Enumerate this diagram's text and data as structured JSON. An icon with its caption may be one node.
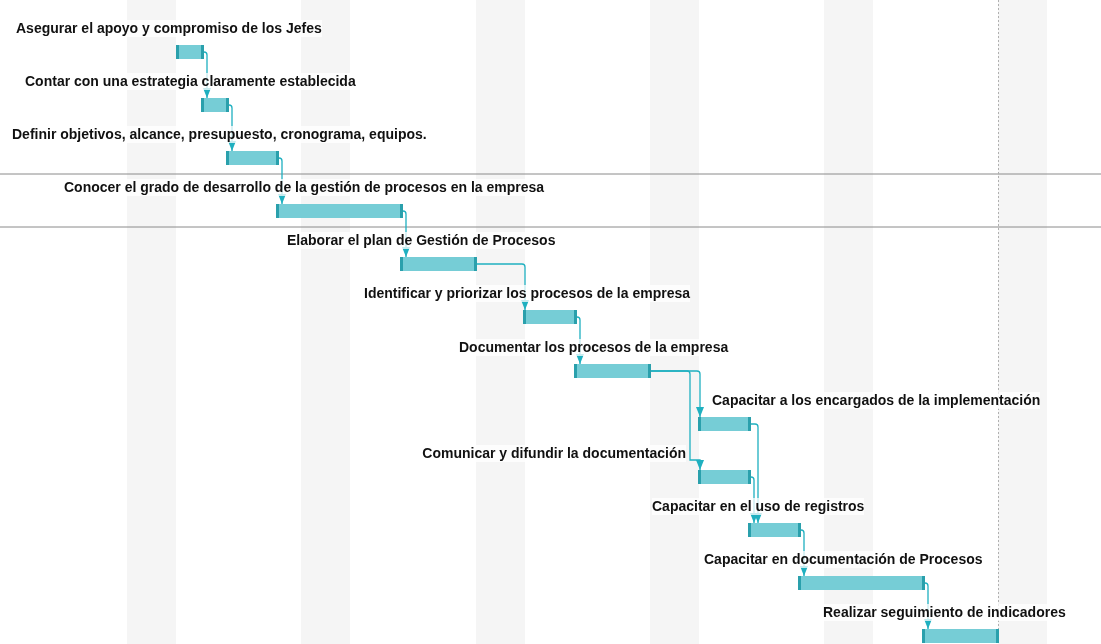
{
  "diagram": {
    "nodes": [
      {
        "text": [
          "Asegurar el apoyo y compromiso de los Jefes"
        ]
      },
      {
        "text": [
          "Contar con una estrategia claramente establecida"
        ]
      },
      {
        "text": [
          "Definir objetivos, alcance, presupuesto, cronograma, equipos."
        ]
      },
      {
        "text": [
          "Conocer el grado de desarrollo de la gestión de procesos en la empresa"
        ]
      },
      {
        "text": [
          "Elaborar el plan de Gestión de Procesos"
        ]
      },
      {
        "text": [
          "Identificar y priorizar los procesos de la empresa"
        ]
      },
      {
        "text": [
          "Documentar los procesos de la empresa"
        ]
      },
      {
        "text": [
          "Capacitar a los encargados de la implementación"
        ]
      },
      {
        "text": [
          "Comunicar y difundir la documentación"
        ]
      },
      {
        "text": [
          "Capacitar en el uso de registros"
        ]
      },
      {
        "text": [
          "Capacitar en documentación de Procesos"
        ]
      },
      {
        "text": [
          "Realizar seguimiento de indicadores"
        ]
      }
    ],
    "edges": [
      {
        "from": 0,
        "to": 1,
        "arrow": "to"
      },
      {
        "from": 1,
        "to": 2,
        "arrow": "to"
      },
      {
        "from": 2,
        "to": 3,
        "arrow": "to"
      },
      {
        "from": 3,
        "to": 4,
        "arrow": "to"
      },
      {
        "from": 4,
        "to": 5,
        "arrow": "to"
      },
      {
        "from": 5,
        "to": 6,
        "arrow": "to"
      },
      {
        "from": 6,
        "to": 7,
        "arrow": "to"
      },
      {
        "from": 6,
        "to": 8,
        "arrow": "to"
      },
      {
        "from": 7,
        "to": 9,
        "arrow": "to"
      },
      {
        "from": 8,
        "to": 9,
        "arrow": "to"
      },
      {
        "from": 9,
        "to": 10,
        "arrow": "to"
      },
      {
        "from": 10,
        "to": 11,
        "arrow": "to"
      }
    ]
  }
}
